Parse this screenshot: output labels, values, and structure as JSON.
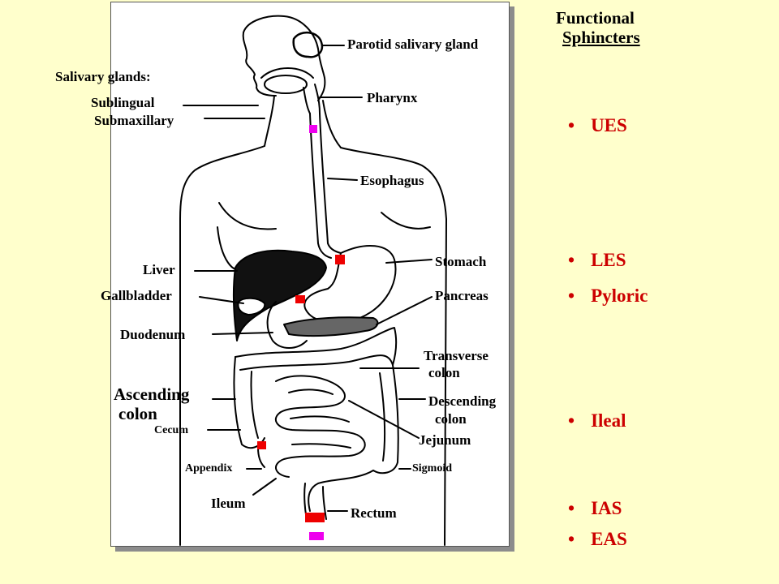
{
  "title": {
    "line1": "Functional",
    "line2": "Sphincters"
  },
  "sphincters": [
    "UES",
    "LES",
    "Pyloric",
    "Ileal",
    "IAS",
    "EAS"
  ],
  "labels": {
    "parotid": "Parotid salivary gland",
    "salivary": "Salivary glands:",
    "sublingual": "Sublingual",
    "submaxillary": "Submaxillary",
    "pharynx": "Pharynx",
    "esophagus": "Esophagus",
    "stomach": "Stomach",
    "liver": "Liver",
    "gallbladder": "Gallbladder",
    "pancreas": "Pancreas",
    "duodenum": "Duodenum",
    "transverse1": "Transverse",
    "transverse2": "colon",
    "ascending1": "Ascending",
    "ascending2": "colon",
    "descending1": "Descending",
    "descending2": "colon",
    "cecum": "Cecum",
    "jejunum": "Jejunum",
    "appendix": "Appendix",
    "sigmoid": "Sigmoid",
    "ileum": "Ileum",
    "rectum": "Rectum"
  },
  "colors": {
    "background": "#ffffcc",
    "bullet_text": "#cc0000",
    "marker_red": "#ee0000",
    "marker_magenta": "#ee00ee"
  }
}
